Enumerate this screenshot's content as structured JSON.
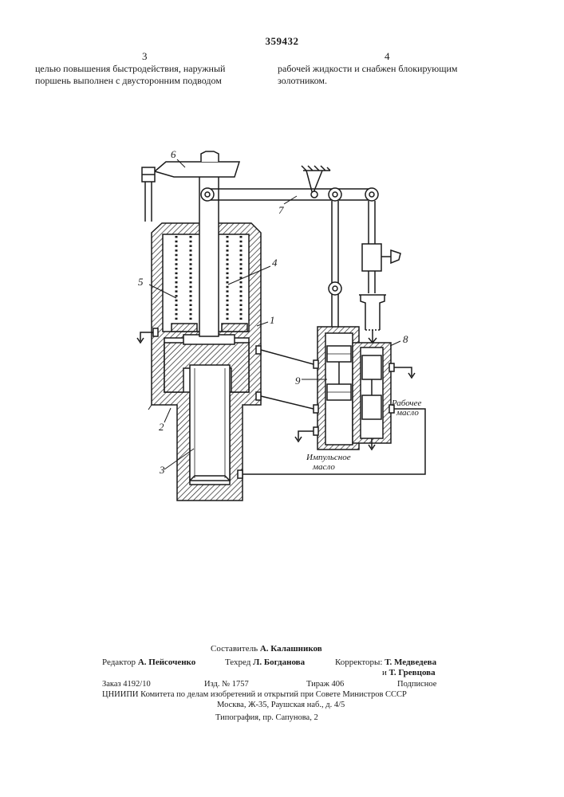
{
  "header": {
    "patent_number": "359432",
    "column_left": "3",
    "column_right": "4"
  },
  "text": {
    "left_lines": [
      "целью повышения быстродействия, наружный",
      "поршень выполнен с двусторонним подводом"
    ],
    "right_lines": [
      "рабочей жидкости и снабжен  блокирующим",
      "золотником."
    ]
  },
  "figure": {
    "labels": {
      "l1": "1",
      "l2": "2",
      "l3": "3",
      "l4": "4",
      "l5": "5",
      "l6": "6",
      "l7": "7",
      "l8": "8",
      "l9": "9"
    },
    "impulse_oil_line1": "Импульсное",
    "impulse_oil_line2": "масло",
    "work_oil_line1": "Рабочее",
    "work_oil_line2": "масло"
  },
  "credits": {
    "compiler_label": "Составитель",
    "compiler_name": "А. Калашников",
    "editor_label": "Редактор",
    "editor_name": "А. Пейсоченко",
    "tech_label": "Техред",
    "tech_name": "Л. Богданова",
    "correctors_label": "Корректоры:",
    "corrector1": "Т. Медведева",
    "corrector2_prefix": "и",
    "corrector2": "Т. Гревцова"
  },
  "imprint": {
    "order": "Заказ  4192/10",
    "edition": "Изд.  №  1757",
    "circulation": "Тираж  406",
    "subscription": "Подписное",
    "org_line": "ЦНИИПИ  Комитета  по  делам  изобретений  и  открытий  при  Совете  Министров  СССР",
    "address_line": "Москва,  Ж-35,  Раушская  наб.,  д.  4/5",
    "printer_line": "Типография,  пр.  Сапунова,  2"
  }
}
